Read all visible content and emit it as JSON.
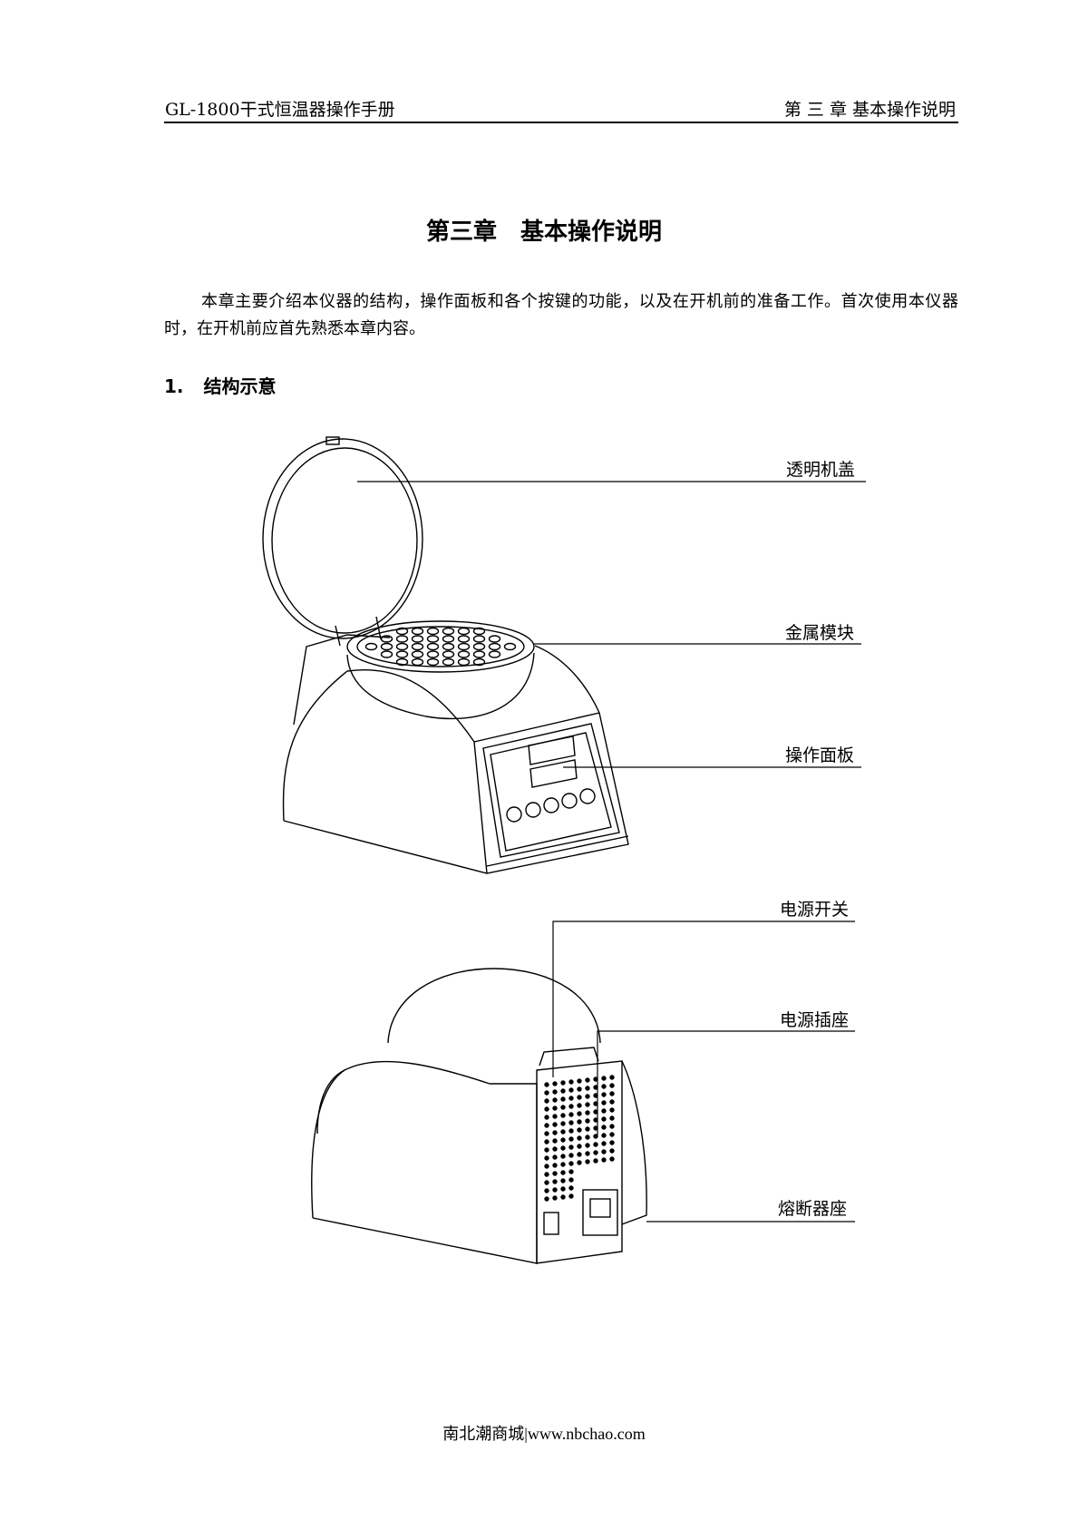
{
  "header": {
    "manual_title": "GL-1800干式恒温器操作手册",
    "chapter": "第 三 章  基本操作说明"
  },
  "title": "第三章　基本操作说明",
  "intro": "本章主要介绍本仪器的结构，操作面板和各个按键的功能，以及在开机前的准备工作。首次使用本仪器时，在开机前应首先熟悉本章内容。",
  "section": {
    "number": "1.",
    "title": "结构示意"
  },
  "figure_front": {
    "labels": [
      "透明机盖",
      "金属模块",
      "操作面板"
    ]
  },
  "figure_back": {
    "labels": [
      "电源开关",
      "电源插座",
      "熔断器座"
    ]
  },
  "footer": "南北潮商城|www.nbchao.com"
}
